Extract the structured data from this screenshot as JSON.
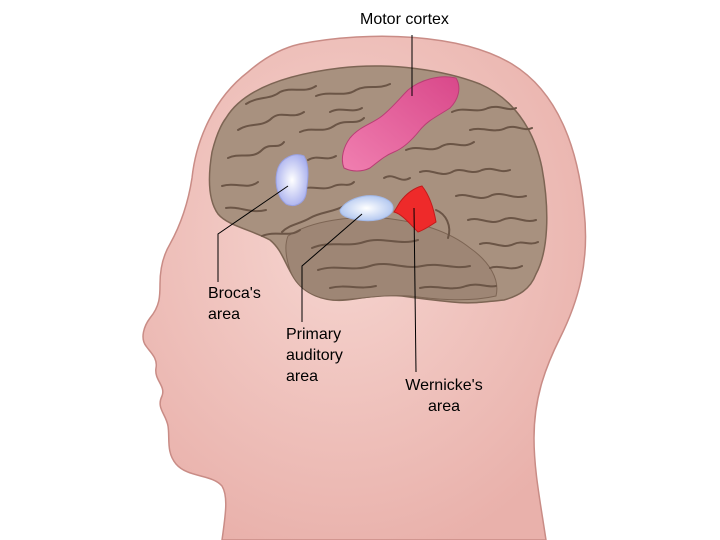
{
  "labels": {
    "motor_cortex": [
      "Motor cortex"
    ],
    "brocas_area": [
      "Broca's",
      "area"
    ],
    "primary_auditory_area": [
      "Primary",
      "auditory",
      "area"
    ],
    "wernickes_area": [
      "Wernicke's",
      "area"
    ]
  },
  "colors": {
    "skin": "#f0c2bd",
    "skin_outline": "#c98c86",
    "brain": "#a8917f",
    "brain_outline": "#7d6554",
    "sulci": "#6b5546",
    "motor_cortex": "#e0609a",
    "brocas_area": "#b7bdf2",
    "primary_auditory_area": "#c4d4f4",
    "wernickes_area": "#ee2a2a",
    "leader_line": "#000000"
  }
}
